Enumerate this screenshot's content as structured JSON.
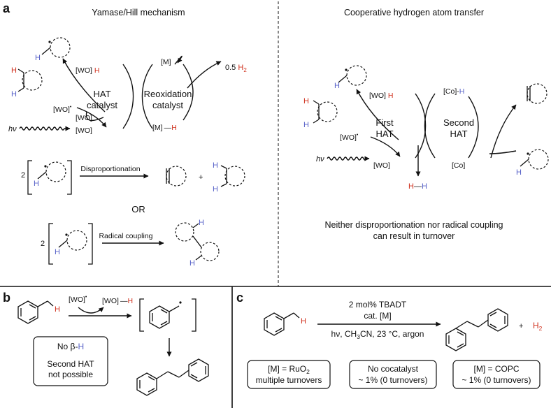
{
  "panel_a": {
    "letter": "a",
    "left_title": "Yamase/Hill mechanism",
    "right_title": "Cooperative hydrogen atom transfer",
    "wo_h": "[WO]",
    "h_red": "H",
    "m": "[M]",
    "half_h2": "0.5 ",
    "h2_h": "H",
    "h2_sub": "2",
    "hat_catalyst_1": "HAT",
    "hat_catalyst_2": "catalyst",
    "reox_1": "Reoxidation",
    "reox_2": "catalyst",
    "wo_star": "[WO]",
    "star": "•",
    "wo": "[WO]",
    "m_h": "[M] —",
    "hv": "hν",
    "two": "2",
    "disproportionation": "Disproportionation",
    "plus": "+",
    "or": "OR",
    "radical_coupling": "Radical coupling",
    "co_h": "[Co]-",
    "first_hat_1": "First",
    "first_hat_2": "HAT",
    "second_hat_1": "Second",
    "second_hat_2": "HAT",
    "co": "[Co]",
    "h_h_dash": "—",
    "neither_1": "Neither disproportionation nor radical coupling",
    "neither_2": "can result in turnover"
  },
  "panel_b": {
    "letter": "b",
    "wo_star": "[WO]",
    "wo_h": "[WO] —",
    "h": "H",
    "no_beta": "No β-",
    "second_hat_1": "Second HAT",
    "second_hat_2": "not possible"
  },
  "panel_c": {
    "letter": "c",
    "cond_1": "2 mol% TBADT",
    "cond_2": "cat. [M]",
    "cond_3a": "hν, CH",
    "cond_3b": "3",
    "cond_3c": "CN, 23 °C, argon",
    "plus": "+",
    "h2_h": "H",
    "h2_sub": "2",
    "box1_a": "[M] = RuO",
    "box1_sub": "2",
    "box1_b": "multiple turnovers",
    "box2_a": "No cocatalyst",
    "box2_b": "~ 1% (0 turnovers)",
    "box3_a": "[M] = COPC",
    "box3_b": "~ 1% (0 turnovers)",
    "h": "H"
  },
  "colors": {
    "red": "#d0311e",
    "blue": "#5862c8",
    "ink": "#111111"
  }
}
